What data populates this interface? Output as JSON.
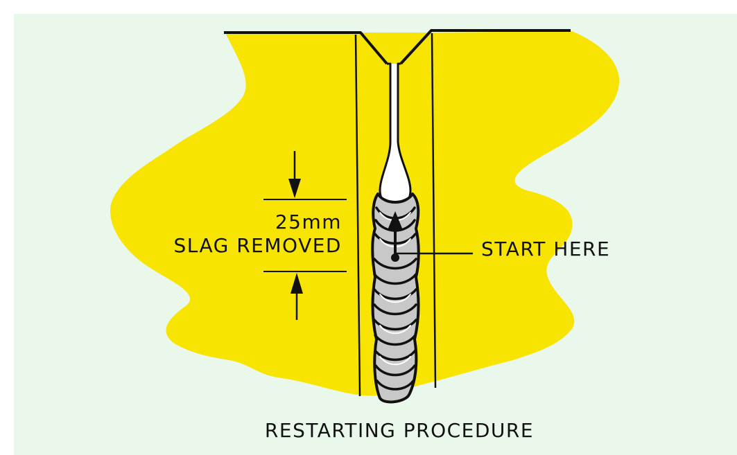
{
  "labels": {
    "dimension": "25mm",
    "slag_removed": "SLAG REMOVED",
    "start_here": "START HERE",
    "caption": "RESTARTING PROCEDURE"
  },
  "colors": {
    "background": "#eaf8ec",
    "plate": "#f7e400",
    "weld_bead": "#c8c8c8",
    "outline": "#111111"
  }
}
